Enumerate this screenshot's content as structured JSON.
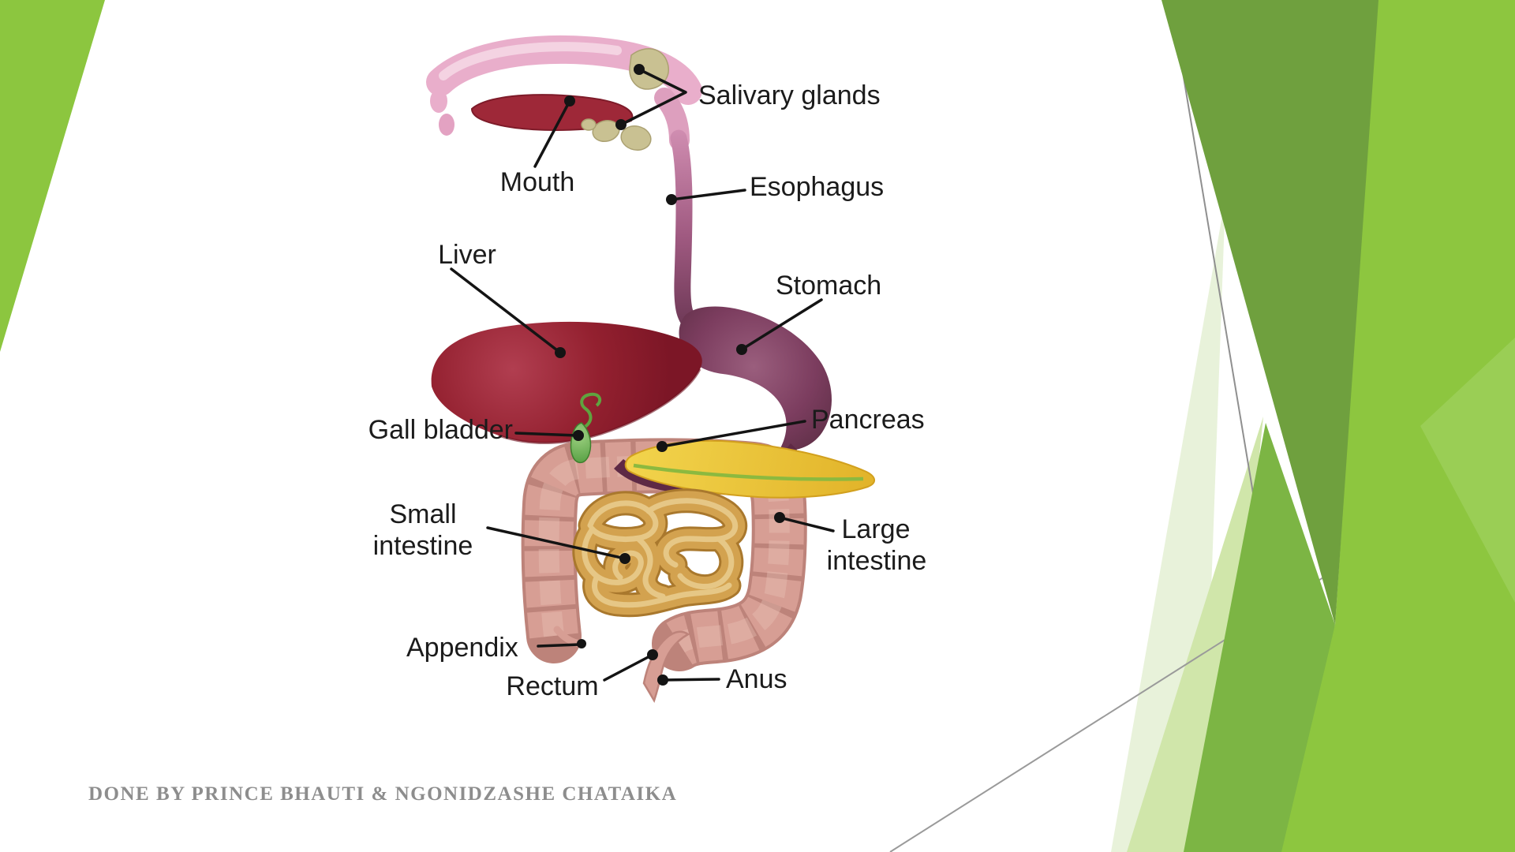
{
  "slide": {
    "subject": "Human digestive system labeled diagram",
    "footer_credit": "DONE BY PRINCE BHAUTI & NGONIDZASHE CHATAIKA"
  },
  "diagram": {
    "labels": {
      "salivary_glands": "Salivary glands",
      "mouth": "Mouth",
      "esophagus": "Esophagus",
      "liver": "Liver",
      "stomach": "Stomach",
      "gall_bladder": "Gall bladder",
      "pancreas": "Pancreas",
      "small_intestine_line1": "Small",
      "small_intestine_line2": "intestine",
      "large_intestine_line1": "Large",
      "large_intestine_line2": "intestine",
      "appendix": "Appendix",
      "rectum": "Rectum",
      "anus": "Anus"
    }
  },
  "colors": {
    "theme_green_bright": "#8DC63F",
    "theme_green_medium": "#7CB544",
    "theme_green_dark": "#6FA03E",
    "theme_green_pale": "#D0E6AA",
    "theme_green_palest": "#E8F2DA",
    "label_text": "#1B1B1B",
    "footer_text": "#8D8D8D",
    "organ_liver": "#8E2132",
    "organ_stomach": "#7B3C5F",
    "organ_pancreas": "#EDCA3C",
    "organ_gall_bladder": "#57A343",
    "organ_large_intestine": "#D79E94",
    "organ_small_intestine": "#D3A24F",
    "organ_tongue": "#9E2838",
    "organ_head_pink": "#E9AECB",
    "organ_salivary": "#C9C192"
  }
}
